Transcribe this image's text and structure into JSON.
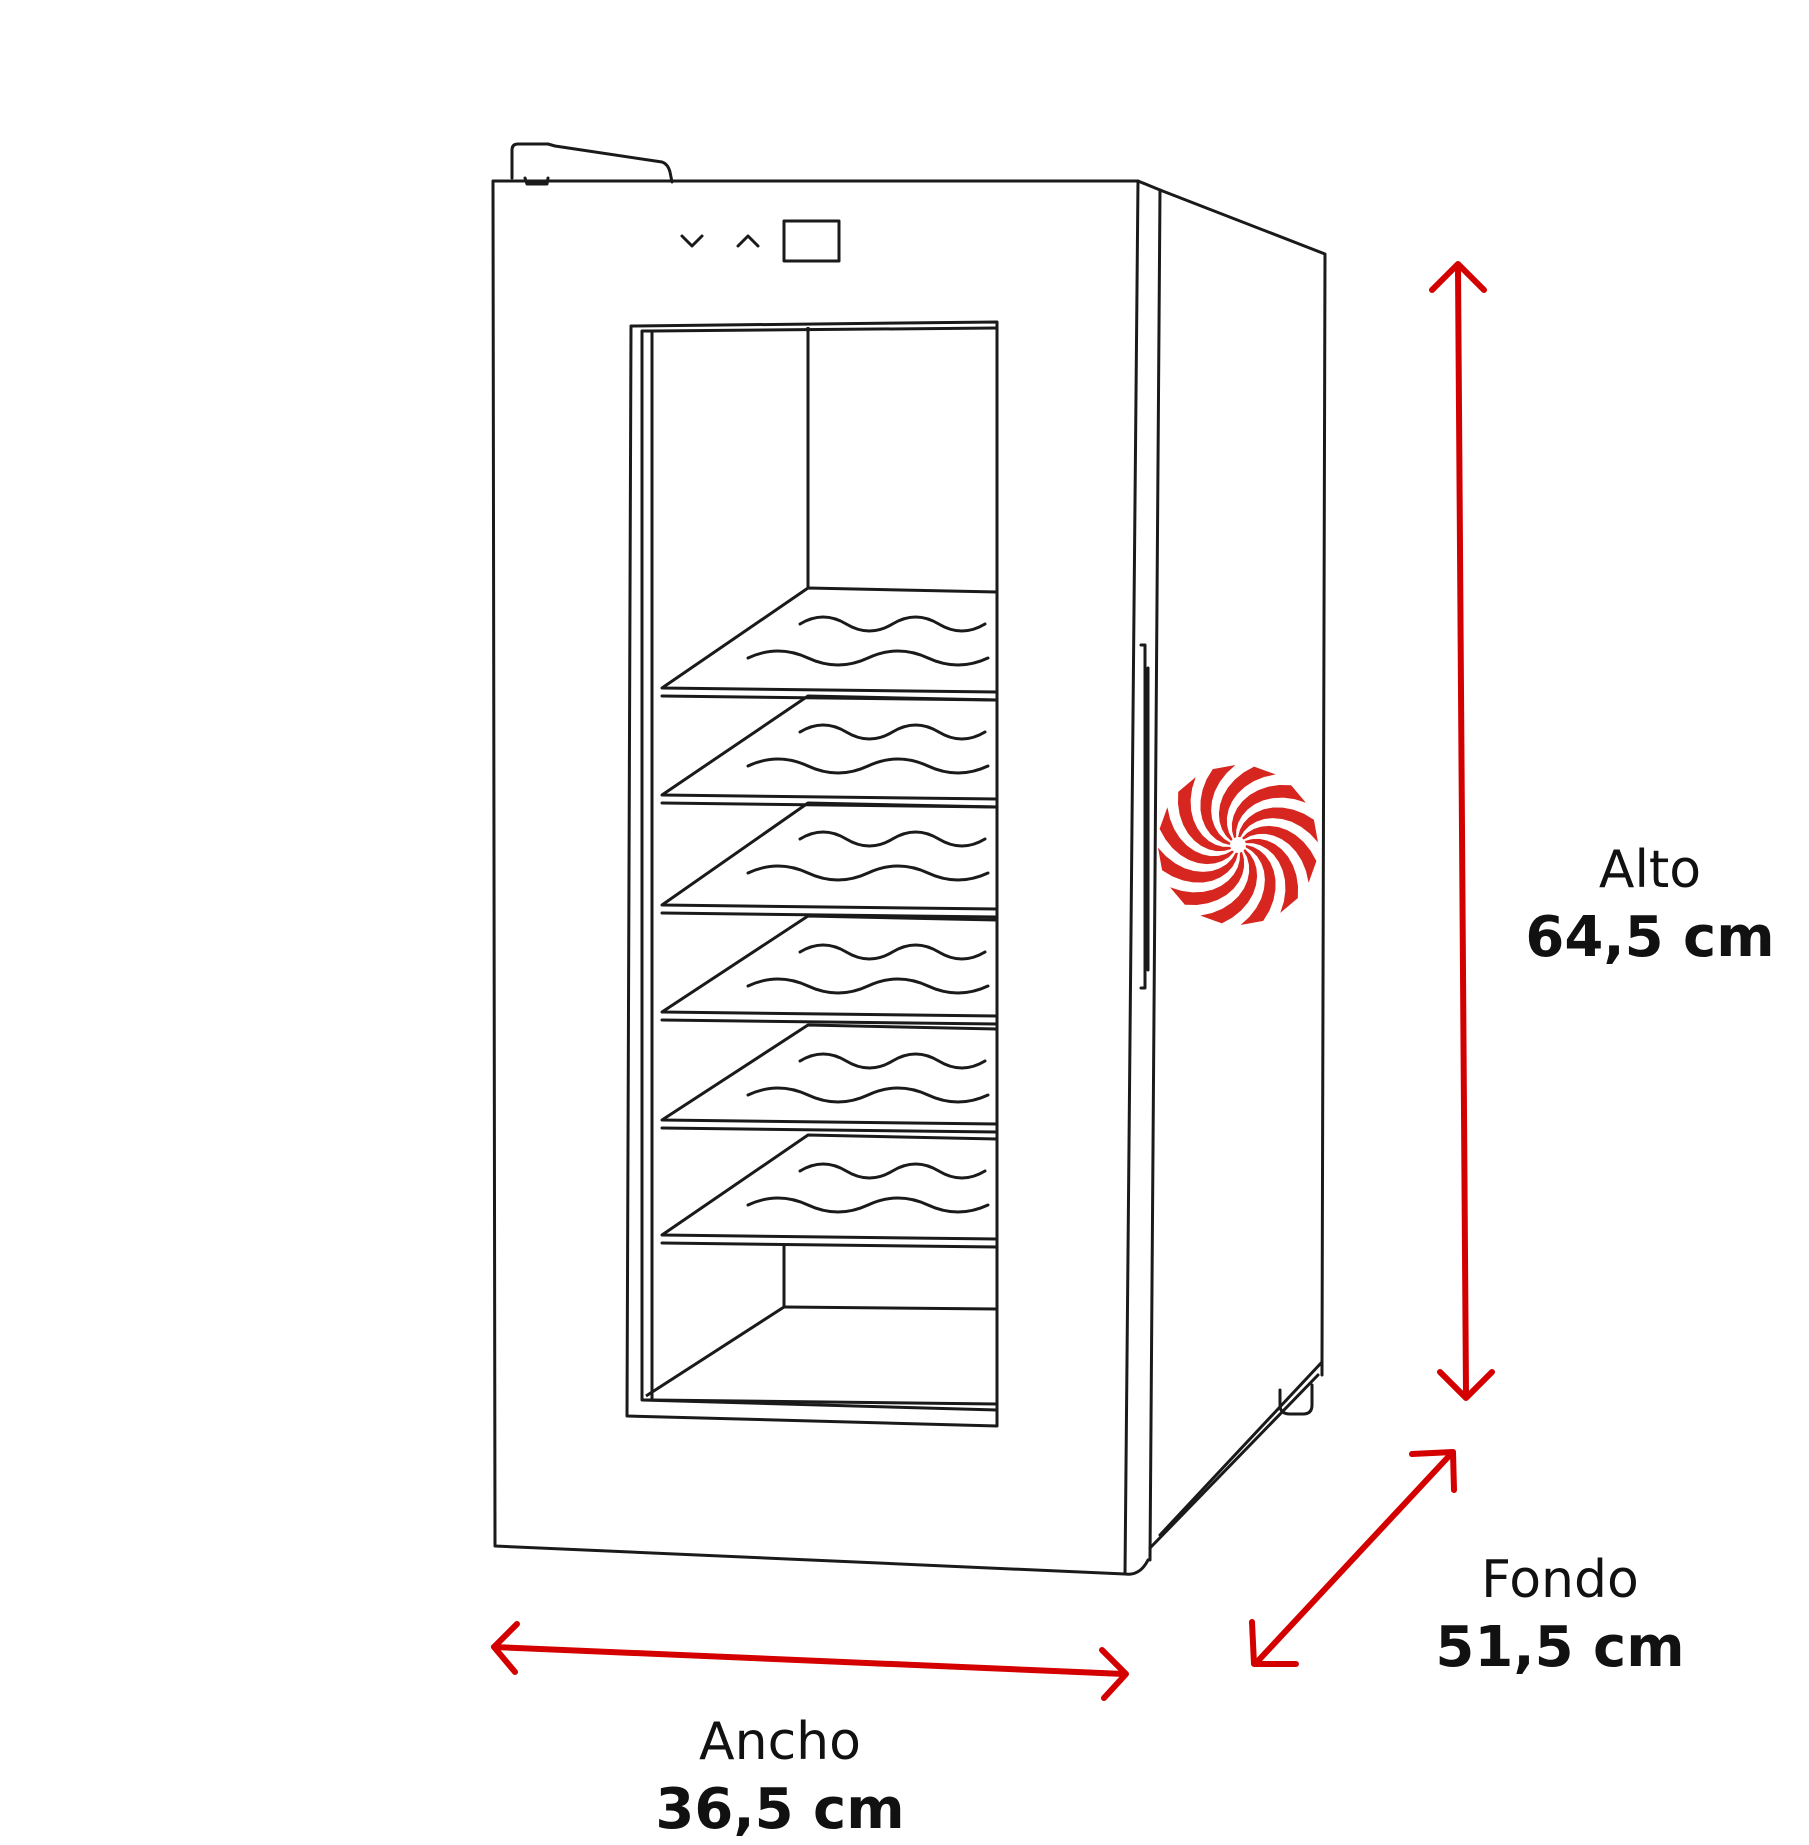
{
  "dimensions": {
    "alto": {
      "label": "Alto",
      "value": "64,5 cm"
    },
    "fondo": {
      "label": "Fondo",
      "value": "51,5 cm"
    },
    "ancho": {
      "label": "Ancho",
      "value": "36,5 cm"
    }
  },
  "product": {
    "name": "wine-cooler",
    "shelf_count": 6,
    "control_panel": [
      "chevron-down-icon",
      "chevron-up-icon",
      "display-screen"
    ],
    "logo_icon": "red-swirl-logo-icon"
  },
  "colors": {
    "line": "#1a1a1a",
    "arrow": "#d40000",
    "logo": "#d6261f",
    "background": "#ffffff"
  }
}
